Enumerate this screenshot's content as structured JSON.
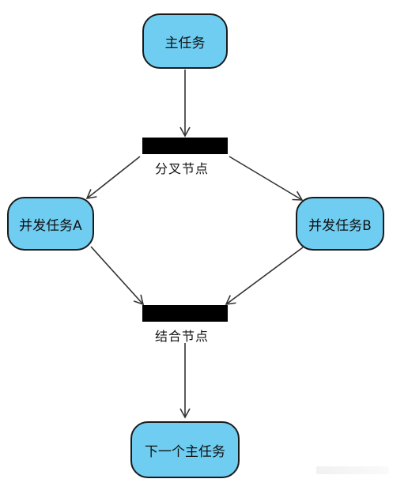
{
  "colors": {
    "node_fill": "#6fcdf1",
    "node_border": "#1a1a1a",
    "bar_fill": "#000000",
    "edge": "#333333"
  },
  "nodes": {
    "main_task": "主任务",
    "concurrent_a": "并发任务A",
    "concurrent_b": "并发任务B",
    "next_main_task": "下一个主任务"
  },
  "bars": {
    "fork_label": "分叉节点",
    "join_label": "结合节点"
  }
}
